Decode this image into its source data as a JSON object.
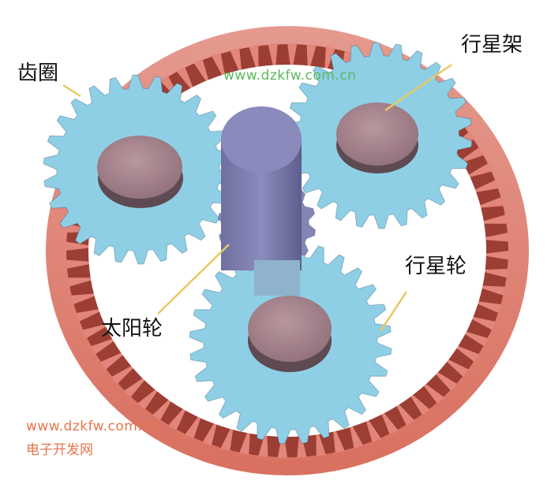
{
  "diagram": {
    "subject": "planetary gear set",
    "labels": {
      "ring_gear": "齿圈",
      "planet_carrier": "行星架",
      "planet_gear": "行星轮",
      "sun_gear": "太阳轮"
    },
    "watermarks": {
      "top_url": "www.dzkfw.com.cn",
      "bottom_url": "www.dzkfw.com.cn",
      "bottom_site_name": "电子开发网"
    },
    "colors": {
      "ring_outer": "#e2857a",
      "ring_inner_teeth": "#9c3e33",
      "planet_gear": "#8fcfe6",
      "planet_cap": "#a88791",
      "sun_shaft": "#8383b3",
      "leader_line": "#e8c864",
      "watermark_green": "#5cb85c",
      "watermark_orange": "#e8744a"
    }
  }
}
